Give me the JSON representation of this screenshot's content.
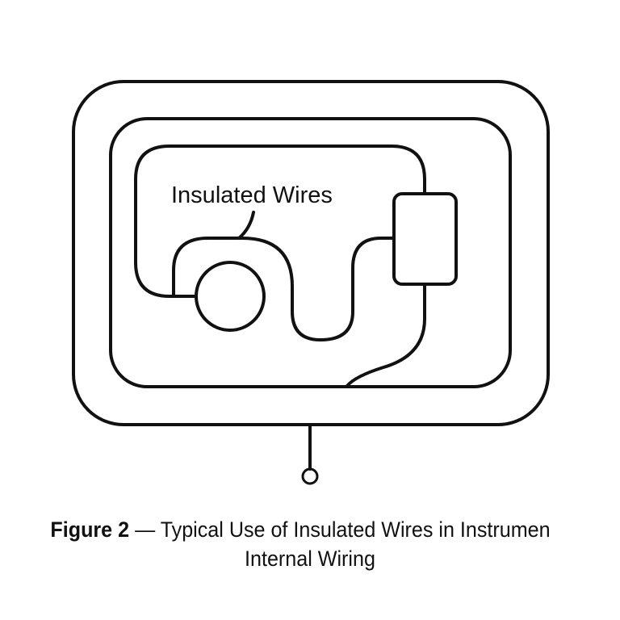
{
  "diagram": {
    "label": "Insulated Wires",
    "components": [
      {
        "name": "outer-enclosure",
        "shape": "rounded-rectangle"
      },
      {
        "name": "inner-enclosure",
        "shape": "rounded-rectangle"
      },
      {
        "name": "circular-component",
        "shape": "circle"
      },
      {
        "name": "rectangular-component",
        "shape": "rounded-rectangle"
      },
      {
        "name": "insulated-wire",
        "shape": "path"
      },
      {
        "name": "external-terminal",
        "shape": "circle-on-stem"
      }
    ],
    "stroke_color": "#111111",
    "background_color": "#ffffff"
  },
  "caption": {
    "figure_number": "Figure 2",
    "separator": " — ",
    "title_line1": "Typical Use of Insulated Wires in Instrumen",
    "title_line2": "Internal Wiring"
  }
}
